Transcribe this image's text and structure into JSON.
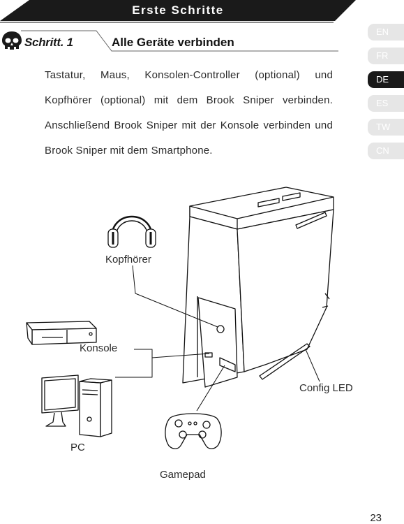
{
  "banner": {
    "title": "Erste Schritte"
  },
  "step": {
    "label": "Schritt. 1",
    "title": "Alle Geräte verbinden"
  },
  "languages": [
    {
      "code": "EN",
      "active": false
    },
    {
      "code": "FR",
      "active": false
    },
    {
      "code": "DE",
      "active": true
    },
    {
      "code": "ES",
      "active": false
    },
    {
      "code": "TW",
      "active": false
    },
    {
      "code": "CN",
      "active": false
    }
  ],
  "body_text": "Tastatur, Maus, Konsolen-Controller (optional) und Kopfhörer (optional) mit dem Brook Sniper verbinden. Anschließend Brook Sniper mit der Konsole verbinden und Brook Sniper mit dem Smartphone.",
  "labels": {
    "headphones": "Kopfhörer",
    "console": "Konsole",
    "pc": "PC",
    "gamepad": "Gamepad",
    "config_led": "Config LED"
  },
  "page_number": "23",
  "colors": {
    "banner": "#1a1a1a",
    "active_tab": "#1a1a1a",
    "inactive_tab": "#e6e6e6"
  }
}
